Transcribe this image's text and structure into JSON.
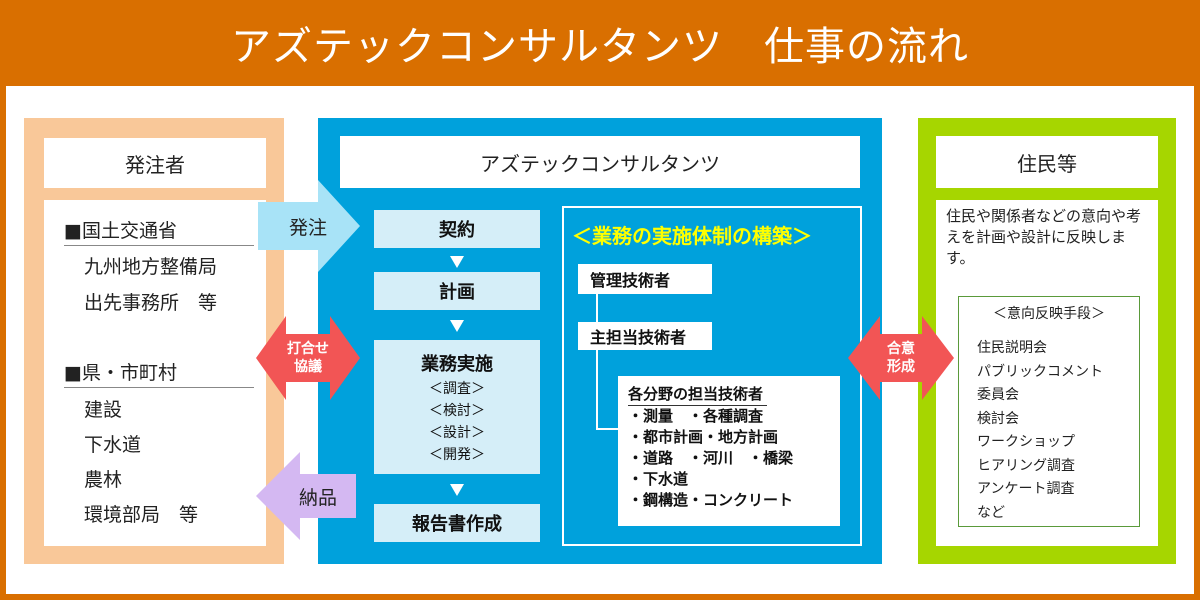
{
  "title": "アズテックコンサルタンツ　仕事の流れ",
  "colors": {
    "orange": "#d96f00",
    "peach": "#f9c899",
    "blue": "#00a1dc",
    "green": "#a6d600",
    "red": "#f25555",
    "lightblue": "#a8e3f7",
    "lavender": "#d4b8f2",
    "yellow": "#ffff00"
  },
  "client": {
    "header": "発注者",
    "group1_title": "■国土交通省",
    "group1_items": [
      "九州地方整備局",
      "出先事務所　等"
    ],
    "group2_title": "■県・市町村",
    "group2_items": [
      "建設",
      "下水道",
      "農林",
      "環境部局　等"
    ]
  },
  "arrows": {
    "order": "発注",
    "consult_line1": "打合せ",
    "consult_line2": "協議",
    "delivery": "納品",
    "consensus_line1": "合意",
    "consensus_line2": "形成"
  },
  "company": {
    "header": "アズテックコンサルタンツ",
    "steps": {
      "contract": "契約",
      "plan": "計画",
      "execution_title": "業務実施",
      "execution_items": [
        "＜調査＞",
        "＜検討＞",
        "＜設計＞",
        "＜開発＞"
      ],
      "report": "報告書作成"
    },
    "system": {
      "title": "＜業務の実施体制の構築＞",
      "manager": "管理技術者",
      "lead": "主担当技術者",
      "roles_title": "各分野の担当技術者",
      "roles_items": [
        "・測量　・各種調査",
        "・都市計画・地方計画",
        "・道路　・河川　・橋梁",
        "・下水道",
        "・鋼構造・コンクリート"
      ]
    }
  },
  "residents": {
    "header": "住民等",
    "description": "住民や関係者などの意向や考えを計画や設計に反映します。",
    "means_title": "＜意向反映手段＞",
    "means_items": [
      "住民説明会",
      "パブリックコメント",
      "委員会",
      "検討会",
      "ワークショップ",
      "ヒアリング調査",
      "アンケート調査",
      "など"
    ]
  }
}
